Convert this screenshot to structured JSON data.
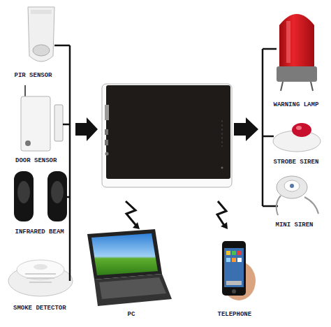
{
  "diagram": {
    "nodes": [
      {
        "text": [
          "PIR SENSOR"
        ]
      },
      {
        "text": [
          "DOOR SENSOR"
        ]
      },
      {
        "text": [
          "INFRARED BEAM"
        ]
      },
      {
        "text": [
          "SMOKE DETECTOR"
        ]
      },
      {
        "text": [
          "PC"
        ]
      },
      {
        "text": [
          "TELEPHONE"
        ]
      },
      {
        "text": [
          "WARNING LAMP"
        ]
      },
      {
        "text": [
          "STROBE SIREN"
        ]
      },
      {
        "text": [
          "MINI SIREN"
        ]
      }
    ]
  }
}
